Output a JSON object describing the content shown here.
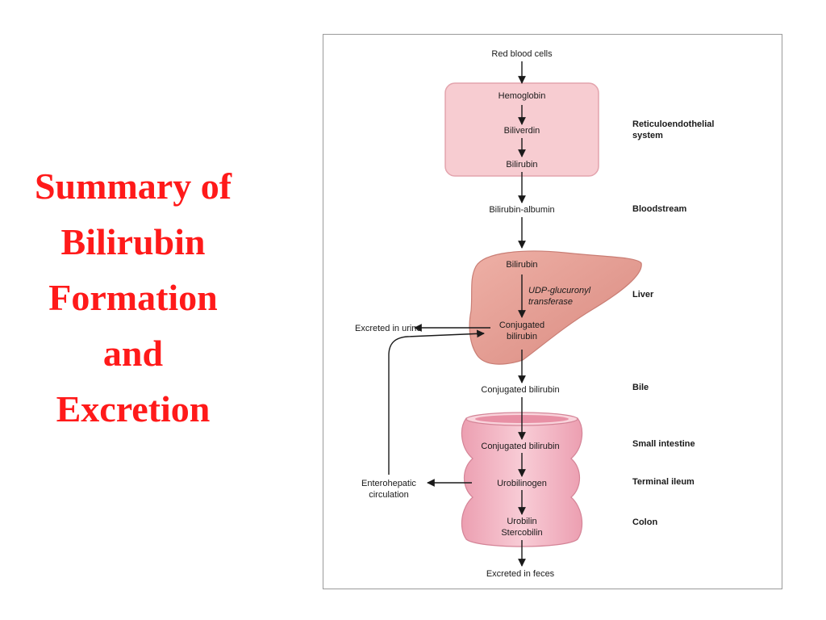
{
  "title": {
    "lines": [
      "Summary of",
      "Bilirubin",
      "Formation",
      "and",
      "Excretion"
    ],
    "color": "#ff1a1a"
  },
  "diagram": {
    "steps": {
      "red_blood_cells": "Red blood cells",
      "hemoglobin": "Hemoglobin",
      "biliverdin": "Biliverdin",
      "bilirubin_re": "Bilirubin",
      "bilirubin_albumin": "Bilirubin-albumin",
      "bilirubin_liver": "Bilirubin",
      "enzyme_line1": "UDP-glucuronyl",
      "enzyme_line2": "transferase",
      "conjugated_line1": "Conjugated",
      "conjugated_line2": "bilirubin",
      "excreted_urine": "Excreted in urine",
      "conjugated_bile": "Conjugated bilirubin",
      "conjugated_intestine": "Conjugated bilirubin",
      "urobilinogen": "Urobilinogen",
      "enterohepatic_line1": "Enterohepatic",
      "enterohepatic_line2": "circulation",
      "urobilin": "Urobilin",
      "stercobilin": "Stercobilin",
      "excreted_feces": "Excreted in feces"
    },
    "regions": {
      "reticuloendothelial_line1": "Reticuloendothelial",
      "reticuloendothelial_line2": "system",
      "bloodstream": "Bloodstream",
      "liver": "Liver",
      "bile": "Bile",
      "small_intestine": "Small intestine",
      "terminal_ileum": "Terminal ileum",
      "colon": "Colon"
    },
    "colors": {
      "re_box": "#f7ccd1",
      "liver": "#e39a90",
      "intestine": "#f2b3c1",
      "arrow": "#1a1a1a"
    }
  }
}
